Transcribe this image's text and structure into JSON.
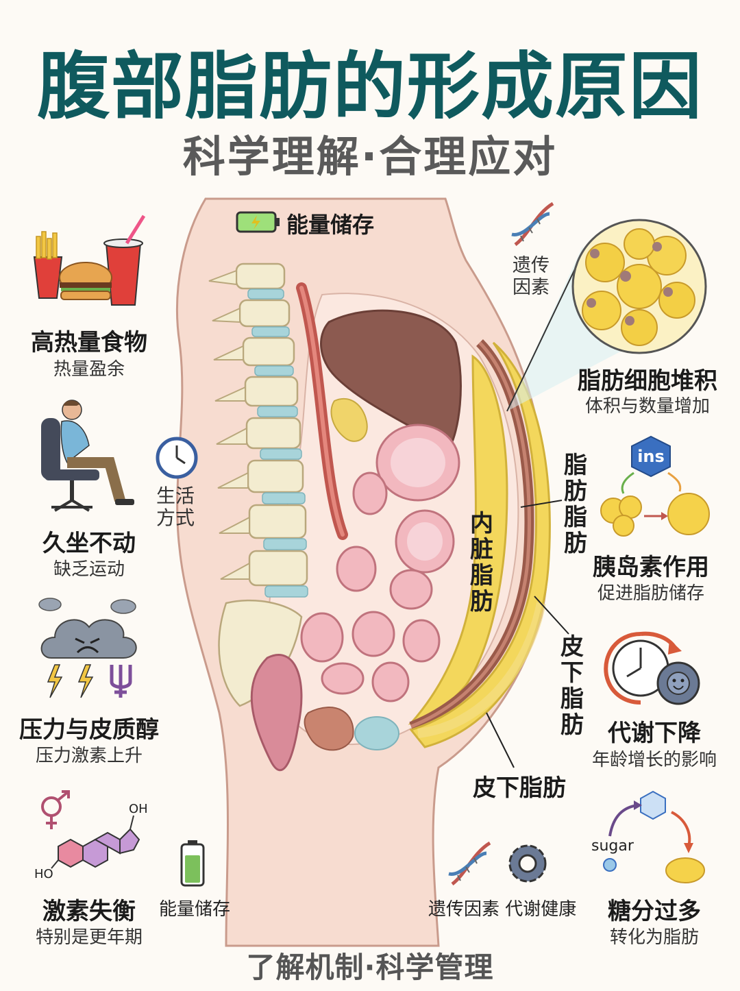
{
  "title": "腹部脂肪的形成原因",
  "subtitle": "科学理解·合理应对",
  "energy_top": "能量储存",
  "left": {
    "food": {
      "title": "高热量食物",
      "sub": "热量盈余"
    },
    "sitting": {
      "title": "久坐不动",
      "sub": "缺乏运动"
    },
    "stress": {
      "title": "压力与皮质醇",
      "sub": "压力激素上升"
    },
    "hormone": {
      "title": "激素失衡",
      "sub": "特别是更年期",
      "oh": "OH",
      "ho": "HO"
    }
  },
  "lifestyle": "生活方式",
  "genetic_top": "遗传因素",
  "visceral_fat": "内脏脂肪",
  "fat_vertical": "脂肪脂肪",
  "subq_vertical": "皮下脂肪",
  "subq_bottom": "皮下脂肪",
  "right": {
    "cells": {
      "title": "脂肪细胞堆积",
      "sub": "体积与数量增加"
    },
    "insulin": {
      "title": "胰岛素作用",
      "sub": "促进脂肪储存",
      "badge": "ins"
    },
    "metabolism": {
      "title": "代谢下降",
      "sub": "年龄增长的影响"
    },
    "sugar": {
      "title": "糖分过多",
      "sub": "转化为脂肪",
      "tag": "sugar"
    }
  },
  "bottom_energy": "能量储存",
  "bottom_genetic": "遗传因素 代谢健康",
  "footer": "了解机制·科学管理",
  "colors": {
    "title": "#0f5a5e",
    "fat": "#f3d75c",
    "liver": "#8c5a50",
    "spine_disc": "#a8d4da"
  }
}
